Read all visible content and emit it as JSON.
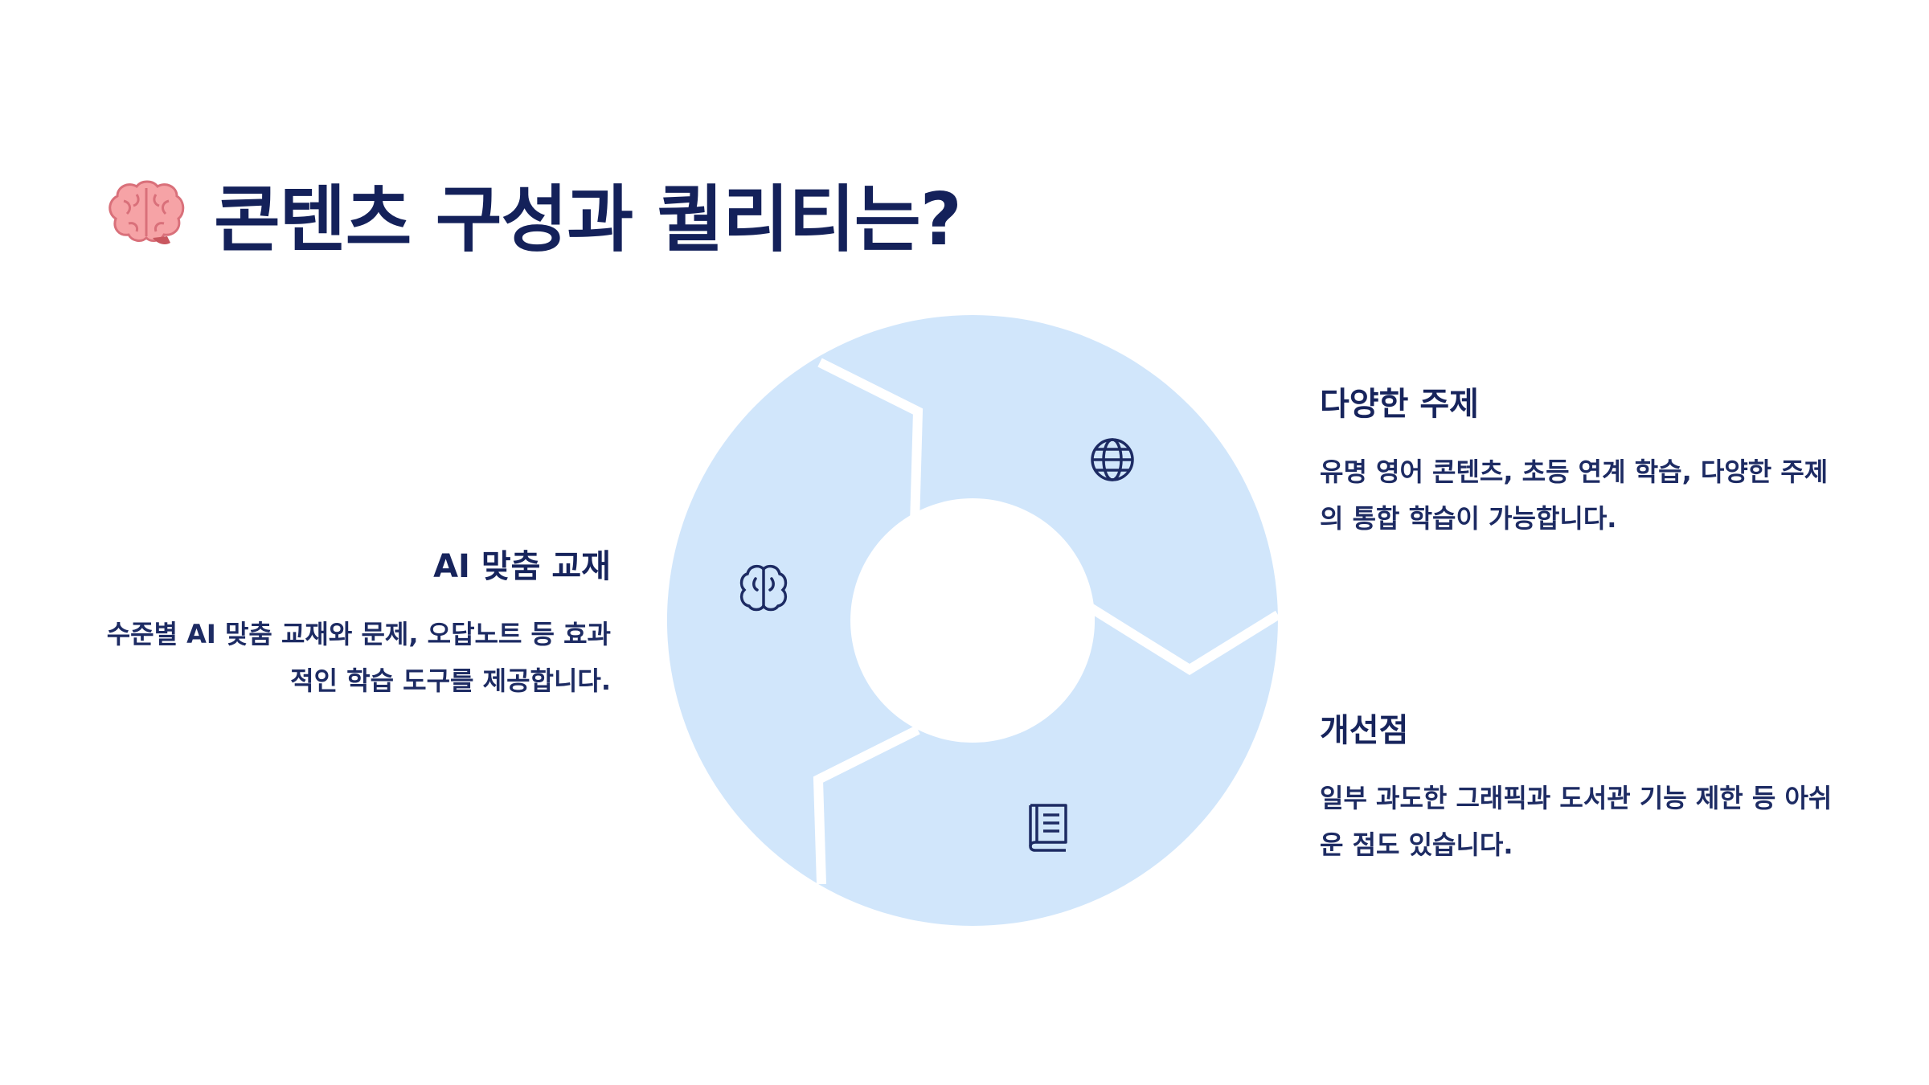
{
  "title": "콘텐츠 구성과 퀄리티는?",
  "title_icon": "brain-emoji",
  "colors": {
    "title": "#14215a",
    "text": "#17245c",
    "segment_fill": "#d1e6fb",
    "icon_stroke": "#1d2b63",
    "brain_pink": "#f6a3a6"
  },
  "segments": [
    {
      "icon": "globe-icon",
      "heading": "다양한 주제",
      "description": "유명 영어 콘텐츠, 초등 연계 학습, 다양한 주제의 통합 학습이 가능합니다."
    },
    {
      "icon": "book-icon",
      "heading": "개선점",
      "description": "일부 과도한 그래픽과 도서관 기능 제한 등 아쉬운 점도 있습니다."
    },
    {
      "icon": "brain-icon",
      "heading": "AI 맞춤 교재",
      "description": "수준별 AI 맞춤 교재와 문제, 오답노트 등 효과적인 학습 도구를 제공합니다."
    }
  ]
}
